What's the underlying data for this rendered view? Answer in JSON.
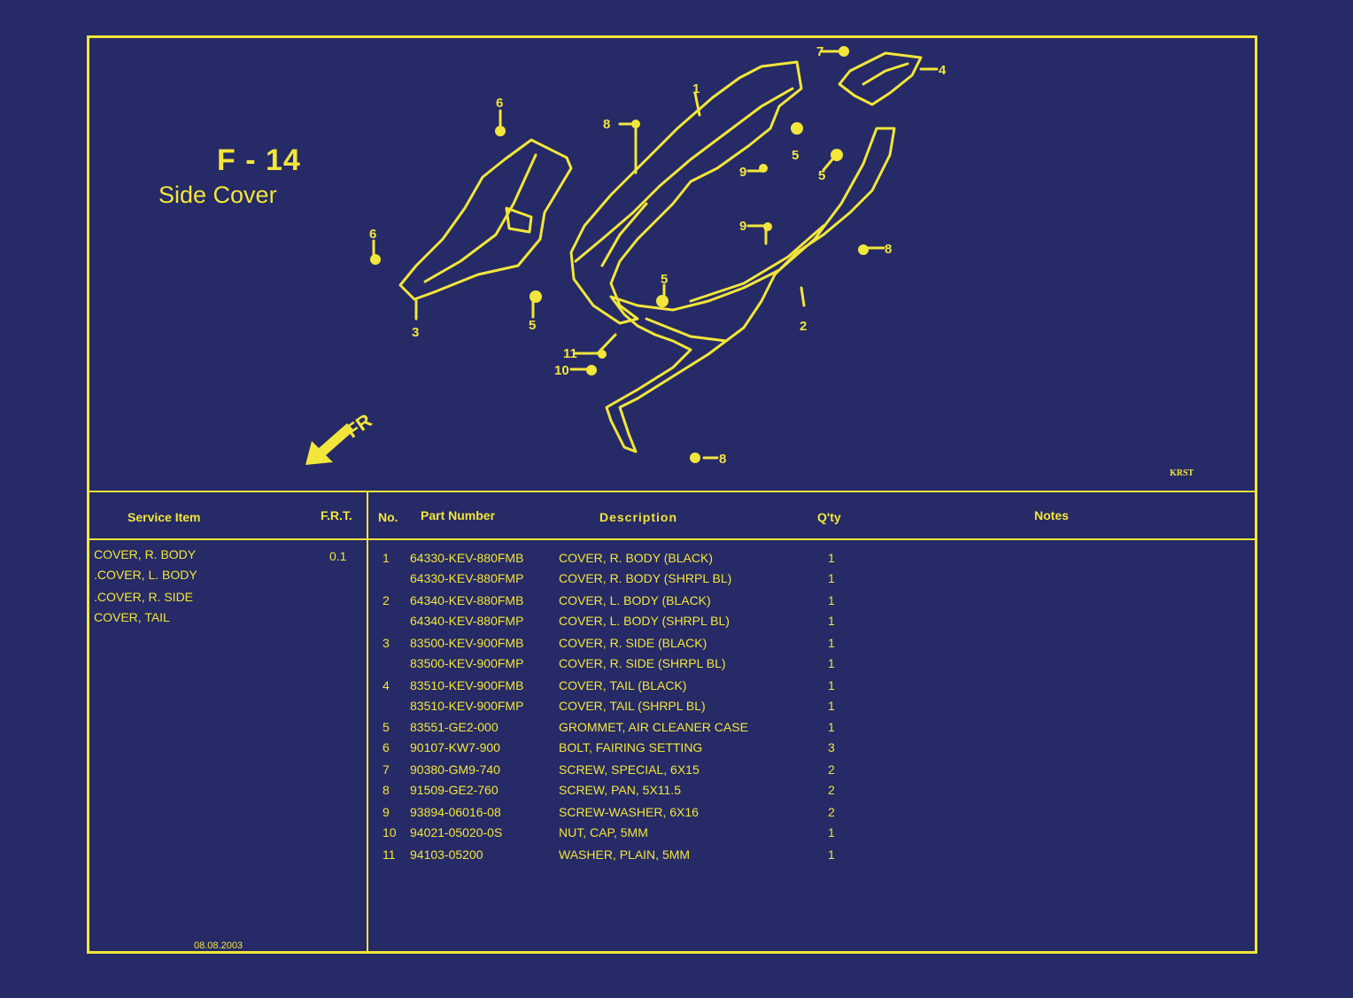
{
  "page": {
    "figure_code": "F - 14",
    "figure_title": "Side Cover",
    "drawing_code": "KRST",
    "direction_label": "FR",
    "date": "08.08.2003"
  },
  "callouts": [
    "1",
    "2",
    "3",
    "4",
    "5",
    "5",
    "5",
    "5",
    "6",
    "6",
    "7",
    "8",
    "8",
    "8",
    "9",
    "9",
    "10",
    "11"
  ],
  "table": {
    "headers": {
      "service_item": "Service Item",
      "frt": "F.R.T.",
      "no": "No.",
      "part_number": "Part Number",
      "description": "Description",
      "qty": "Q'ty",
      "notes": "Notes"
    },
    "service_items": [
      "COVER, R. BODY",
      ".COVER, L. BODY",
      ".COVER, R. SIDE",
      "COVER, TAIL"
    ],
    "frt_value": "0.1",
    "rows": [
      {
        "no": "1",
        "part": "64330-KEV-880FMB",
        "desc": "COVER, R. BODY (BLACK)",
        "qty": "1"
      },
      {
        "no": "",
        "part": "64330-KEV-880FMP",
        "desc": "COVER, R. BODY (SHRPL BL)",
        "qty": "1"
      },
      {
        "no": "2",
        "part": "64340-KEV-880FMB",
        "desc": "COVER, L. BODY (BLACK)",
        "qty": "1"
      },
      {
        "no": "",
        "part": "64340-KEV-880FMP",
        "desc": "COVER, L. BODY (SHRPL BL)",
        "qty": "1"
      },
      {
        "no": "3",
        "part": "83500-KEV-900FMB",
        "desc": "COVER, R. SIDE (BLACK)",
        "qty": "1"
      },
      {
        "no": "",
        "part": "83500-KEV-900FMP",
        "desc": "COVER, R. SIDE (SHRPL BL)",
        "qty": "1"
      },
      {
        "no": "4",
        "part": "83510-KEV-900FMB",
        "desc": "COVER, TAIL (BLACK)",
        "qty": "1"
      },
      {
        "no": "",
        "part": "83510-KEV-900FMP",
        "desc": "COVER, TAIL (SHRPL BL)",
        "qty": "1"
      },
      {
        "no": "5",
        "part": "83551-GE2-000",
        "desc": "GROMMET, AIR CLEANER CASE",
        "qty": "1"
      },
      {
        "no": "6",
        "part": "90107-KW7-900",
        "desc": "BOLT, FAIRING SETTING",
        "qty": "3"
      },
      {
        "no": "7",
        "part": "90380-GM9-740",
        "desc": "SCREW, SPECIAL, 6X15",
        "qty": "2"
      },
      {
        "no": "8",
        "part": "91509-GE2-760",
        "desc": "SCREW, PAN, 5X11.5",
        "qty": "2"
      },
      {
        "no": "9",
        "part": "93894-06016-08",
        "desc": "SCREW-WASHER, 6X16",
        "qty": "2"
      },
      {
        "no": "10",
        "part": "94021-05020-0S",
        "desc": "NUT, CAP, 5MM",
        "qty": "1"
      },
      {
        "no": "11",
        "part": "94103-05200",
        "desc": "WASHER, PLAIN, 5MM",
        "qty": "1"
      }
    ]
  },
  "colors": {
    "background": "#262a66",
    "ink": "#f2e63a"
  }
}
